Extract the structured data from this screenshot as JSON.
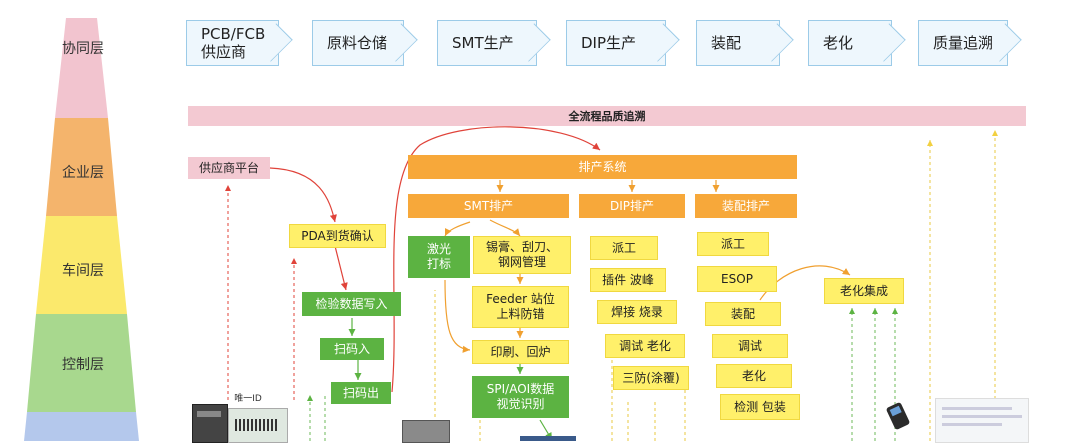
{
  "pyramid": {
    "tiers": [
      "协同层",
      "企业层",
      "车间层",
      "控制层",
      ""
    ]
  },
  "process_flow": {
    "steps": [
      "PCB/FCB\n供应商",
      "原料仓储",
      "SMT生产",
      "DIP生产",
      "装配",
      "老化",
      "质量追溯"
    ]
  },
  "banner": {
    "label": "全流程品质追溯"
  },
  "supplier_platform": {
    "label": "供应商平台"
  },
  "scheduling": {
    "label": "排产系统"
  },
  "smt": {
    "header": "SMT排产",
    "laser_marking": "激光\n打标",
    "solder_paste": "锡膏、刮刀、\n钢网管理",
    "feeder": "Feeder 站位\n上料防错",
    "printing_reflow": "印刷、回炉",
    "spi_aoi": "SPI/AOI数据\n视觉识别"
  },
  "receiving": {
    "pda_confirm": "PDA到货确认",
    "inspection_write": "检验数据写入",
    "scan_in": "扫码入",
    "scan_out": "扫码出"
  },
  "dip": {
    "header": "DIP排产",
    "items": [
      "派工",
      "插件 波峰",
      "焊接 烧录",
      "调试 老化",
      "三防(涂覆)"
    ]
  },
  "assembly": {
    "header": "装配排产",
    "items": [
      "派工",
      "ESOP",
      "装配",
      "调试",
      "老化",
      "检测 包装"
    ]
  },
  "aging": {
    "label": "老化集成"
  },
  "device": {
    "label": "唯一ID"
  },
  "colors": {
    "tier_colors": [
      "#f2c4cf",
      "#f4b46c",
      "#fbe96c",
      "#a8d88e",
      "#b4c8ec"
    ],
    "orange": "#f7a83a",
    "yellow": "#fff06a",
    "green": "#5cb342",
    "pink_banner": "#f3c9d2",
    "arrow_red": "#e0433a",
    "arrow_orange": "#f0a030"
  }
}
